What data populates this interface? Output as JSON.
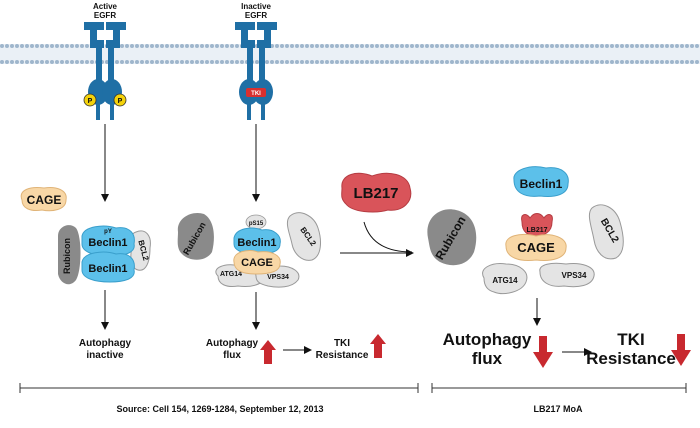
{
  "receptors": {
    "active": "Active\nEGFR",
    "inactive": "Inactive\nEGFR",
    "phospho": "P",
    "tki": "TKI"
  },
  "left_complex": {
    "cage": "CAGE",
    "rubicon": "Rubicon",
    "py": "pY",
    "beclin_top": "Beclin1",
    "beclin_bottom": "Beclin1",
    "bcl2": "BCL2",
    "outcome": "Autophagy\ninactive"
  },
  "middle_complex": {
    "rubicon": "Rubicon",
    "ps15": "pS15",
    "beclin": "Beclin1",
    "bcl2": "BCL2",
    "cage": "CAGE",
    "atg14": "ATG14",
    "vps34": "VPS34",
    "outcome_flux": "Autophagy\nflux",
    "outcome_resistance": "TKI\nResistance"
  },
  "drug": {
    "name": "LB217"
  },
  "right_complex": {
    "beclin": "Beclin1",
    "rubicon": "Rubicon",
    "lb217": "LB217",
    "cage": "CAGE",
    "bcl2": "BCL2",
    "atg14": "ATG14",
    "vps34": "VPS34",
    "outcome_flux": "Autophagy\nflux",
    "outcome_resistance": "TKI\nResistance"
  },
  "footer": {
    "source": "Source: Cell 154, 1269-1284, September 12, 2013",
    "moa": "LB217 MoA"
  },
  "colors": {
    "membrane": "#9fb6cc",
    "receptor": "#1f6fa5",
    "beclin": "#5cc0ea",
    "cage": "#f8d7a6",
    "lb217": "#d9545a",
    "gray_dark": "#8a8a8a",
    "gray_light": "#e4e4e4",
    "arrow_red": "#c8292f"
  }
}
